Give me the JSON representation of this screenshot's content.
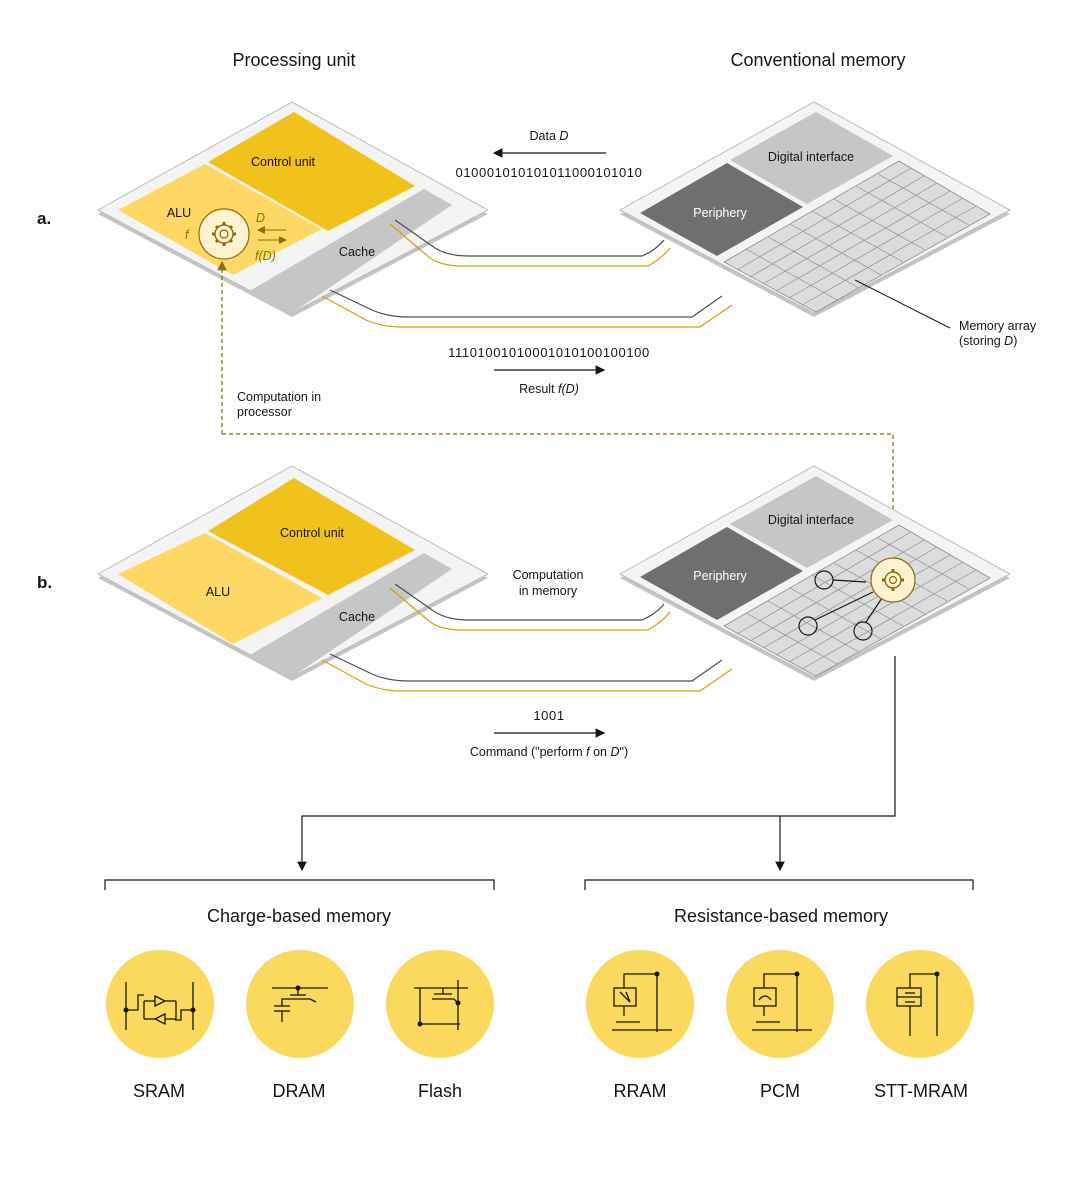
{
  "headers": {
    "processing_unit": "Processing unit",
    "conventional_memory": "Conventional memory"
  },
  "panel_a": {
    "label": "a.",
    "control_unit": "Control unit",
    "alu": "ALU",
    "cache": "Cache",
    "f_symbol": "f",
    "d_symbol": "D",
    "fd_symbol": "f(D)",
    "digital_interface": "Digital interface",
    "periphery": "Periphery",
    "data_label_prefix": "Data ",
    "data_label_var": "D",
    "data_bits": "01000101010101100010​1010",
    "result_bits": "111010010100010101001​00100",
    "result_label_prefix": "Result ",
    "result_label_var": "f(D)",
    "memory_array_line1": "Memory array",
    "memory_array_line2_prefix": "(storing ",
    "memory_array_line2_var": "D",
    "memory_array_line2_suffix": ")",
    "computation_line1": "Computation in",
    "computation_line2": "processor"
  },
  "panel_b": {
    "label": "b.",
    "control_unit": "Control unit",
    "alu": "ALU",
    "cache": "Cache",
    "digital_interface": "Digital interface",
    "periphery": "Periphery",
    "cim_line1": "Computation",
    "cim_line2": "in memory",
    "command_bits": "1001",
    "command_prefix": "Command (\"perform ",
    "command_f": "f",
    "command_mid": " on ",
    "command_d": "D",
    "command_suffix": "\")"
  },
  "categories": {
    "charge": "Charge-based memory",
    "resistance": "Resistance-based memory"
  },
  "memories": [
    "SRAM",
    "DRAM",
    "Flash",
    "RRAM",
    "PCM",
    "STT-MRAM"
  ],
  "colors": {
    "alu": "#fdd865",
    "control": "#f1c21b",
    "cache": "#c6c6c6",
    "periphery": "#6f6f6f",
    "digital": "#c6c6c6",
    "circle": "#fad95e",
    "wire_gold": "#d2a106",
    "wire_dark": "#4d4d4d",
    "arrow_dashed": "#8a6d10"
  }
}
